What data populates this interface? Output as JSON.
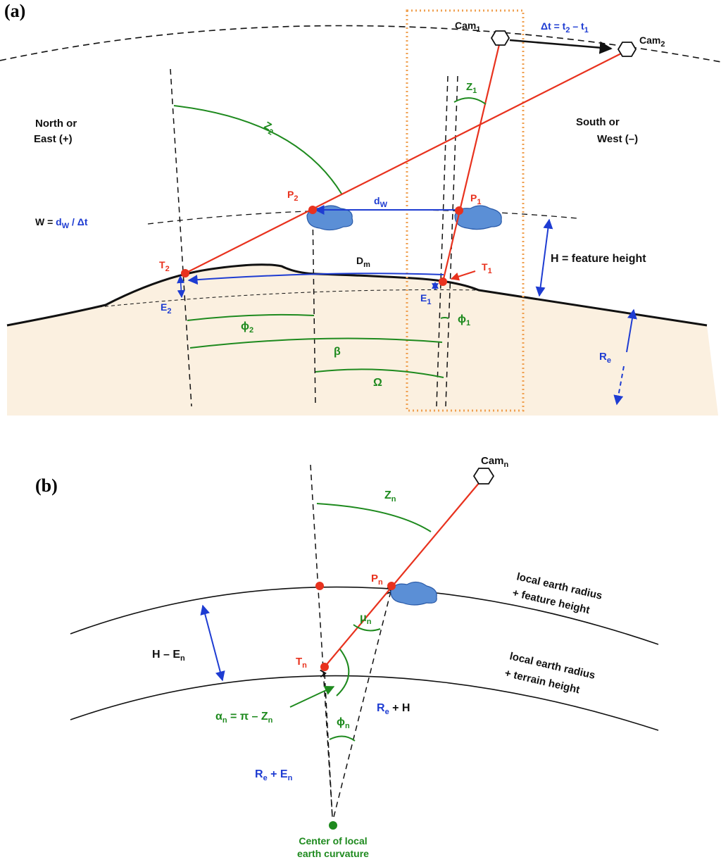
{
  "panel_a": {
    "tag": "(a)",
    "cam1": "Cam",
    "cam1_sub": "1",
    "cam2": "Cam",
    "cam2_sub": "2",
    "delta_t": "Δt = t",
    "delta_t_s1": "2",
    "delta_t_mid": " – t",
    "delta_t_s2": "1",
    "north_l1": "North or",
    "north_l2": "East (+)",
    "south_l1": "South or",
    "south_l2": "West (–)",
    "z1": "Z",
    "z1_sub": "1",
    "z2": "Z",
    "z2_sub": "2",
    "p1": "P",
    "p1_sub": "1",
    "p2": "P",
    "p2_sub": "2",
    "dw": "d",
    "dw_sub": "W",
    "w_eq_pre": "W = ",
    "w_eq_d": "d",
    "w_eq_sub": "W",
    "w_eq_post": " / Δt",
    "t1": "T",
    "t1_sub": "1",
    "t2": "T",
    "t2_sub": "2",
    "dm": "D",
    "dm_sub": "m",
    "h_label": "H = feature height",
    "e1": "E",
    "e1_sub": "1",
    "e2": "E",
    "e2_sub": "2",
    "phi1": "ϕ",
    "phi1_sub": "1",
    "phi2": "ϕ",
    "phi2_sub": "2",
    "beta": "β",
    "omega": "Ω",
    "re": "R",
    "re_sub": "e"
  },
  "panel_b": {
    "tag": "(b)",
    "camn": "Cam",
    "camn_sub": "n",
    "zn": "Z",
    "zn_sub": "n",
    "pn": "P",
    "pn_sub": "n",
    "tn": "T",
    "tn_sub": "n",
    "mun": "μ",
    "mun_sub": "n",
    "h_en_pre": "H – E",
    "h_en_sub": "n",
    "feature_l1": "local earth radius",
    "feature_l2": "+ feature height",
    "terrain_l1": "local earth radius",
    "terrain_l2": "+ terrain height",
    "alpha_pre": "α",
    "alpha_sub": "n",
    "alpha_mid": " = π – Z",
    "alpha_sub2": "n",
    "phin": "ϕ",
    "phin_sub": "n",
    "re_h": "R",
    "re_h_sub": "e",
    "re_h_post": " + H",
    "re_en": "R",
    "re_en_sub": "e",
    "re_en_mid": " + E",
    "re_en_sub2": "n",
    "center_l1": "Center of local",
    "center_l2": "earth curvature"
  },
  "colors": {
    "camera_ray": "#e8321e",
    "angle": "#1e8a1e",
    "distance": "#1e3cd2",
    "terrain_fill": "#fbf0e0",
    "cloud": "#5b8fd6",
    "box": "#f0a050"
  }
}
